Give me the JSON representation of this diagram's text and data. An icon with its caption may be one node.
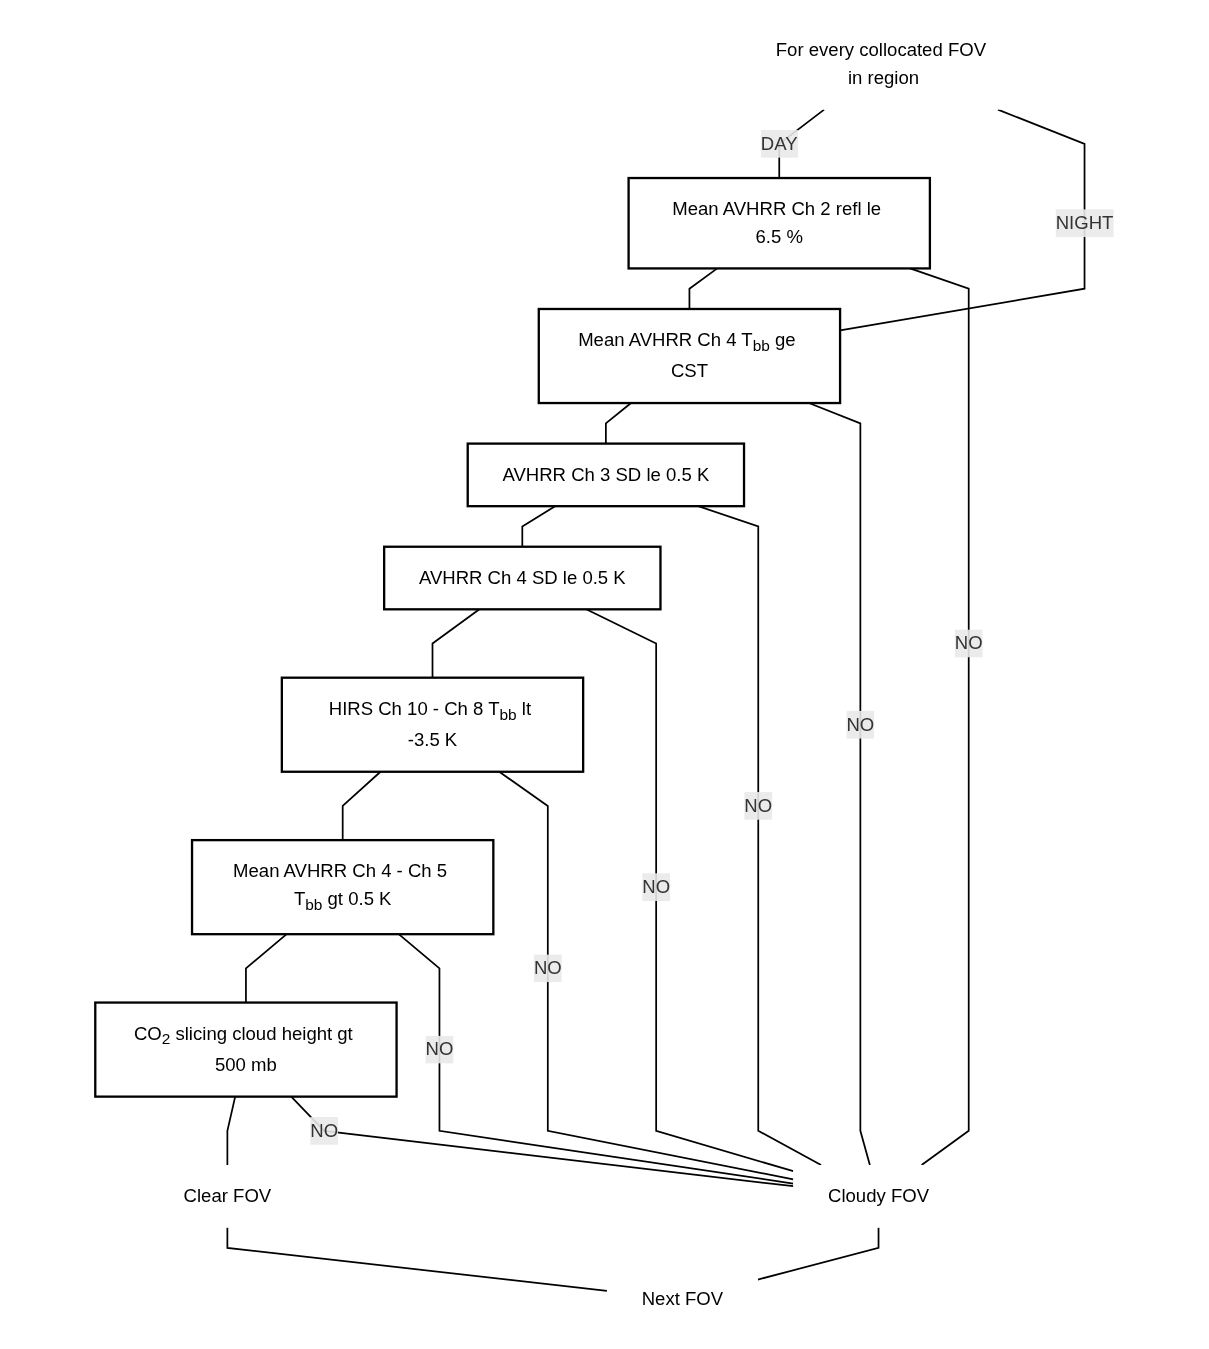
{
  "diagram": {
    "nodes": [
      {
        "text": [
          "For every collocated FOV in region"
        ]
      },
      {
        "text": [
          "Mean AVHRR Ch 2 refl le 6.5 %"
        ]
      },
      {
        "text": [
          "Mean AVHRR Ch 4 T$_{bb}$ ge CST"
        ]
      },
      {
        "text": [
          "AVHRR Ch 3 SD le 0.5 K"
        ]
      },
      {
        "text": [
          "AVHRR Ch 4 SD le 0.5 K"
        ]
      },
      {
        "text": [
          "HIRS Ch 10 - Ch 8 T$_{bb}$ lt -3.5 K"
        ]
      },
      {
        "text": [
          "Mean AVHRR Ch 4 - Ch 5 T$_{bb}$ gt 0.5 K"
        ]
      },
      {
        "text": [
          "CO$_{2}$ slicing cloud height gt 500 mb"
        ]
      },
      {
        "text": [
          "Clear FOV"
        ]
      },
      {
        "text": [
          "Cloudy FOV"
        ]
      },
      {
        "text": [
          "Next FOV"
        ]
      }
    ],
    "edges": [
      {
        "from": 0,
        "to": 1,
        "arrow": "none",
        "label": "DAY"
      },
      {
        "from": 0,
        "to": 2,
        "arrow": "none",
        "label": "NIGHT"
      },
      {
        "from": 1,
        "to": 2,
        "arrow": "none"
      },
      {
        "from": 2,
        "to": 3,
        "arrow": "none"
      },
      {
        "from": 3,
        "to": 4,
        "arrow": "none"
      },
      {
        "from": 4,
        "to": 5,
        "arrow": "none"
      },
      {
        "from": 5,
        "to": 6,
        "arrow": "none"
      },
      {
        "from": 6,
        "to": 7,
        "arrow": "none"
      },
      {
        "from": 7,
        "to": 8,
        "arrow": "none"
      },
      {
        "from": 8,
        "to": 10,
        "arrow": "none"
      },
      {
        "from": 1,
        "to": 9,
        "arrow": "none",
        "label": "NO"
      },
      {
        "from": 2,
        "to": 9,
        "arrow": "none",
        "label": "NO"
      },
      {
        "from": 3,
        "to": 9,
        "arrow": "none",
        "label": "NO"
      },
      {
        "from": 4,
        "to": 9,
        "arrow": "none",
        "label": "NO"
      },
      {
        "from": 5,
        "to": 9,
        "arrow": "none",
        "label": "NO"
      },
      {
        "from": 6,
        "to": 9,
        "arrow": "none",
        "label": "NO"
      },
      {
        "from": 7,
        "to": 9,
        "arrow": "none",
        "label": "NO"
      },
      {
        "from": 9,
        "to": 10,
        "arrow": "none"
      }
    ]
  }
}
